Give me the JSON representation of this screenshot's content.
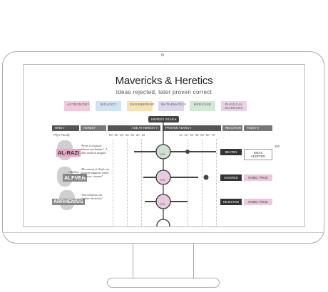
{
  "page": {
    "title": "Mavericks & Heretics",
    "subtitle": "Ideas rejected, later proven correct"
  },
  "legend": [
    {
      "label": "ASTRONOMY",
      "color": "#f3c9dc"
    },
    {
      "label": "BIOLOGY",
      "color": "#cfe4f2"
    },
    {
      "label": "ENGINEERING",
      "color": "#f6e3b4"
    },
    {
      "label": "MATHEMATICS",
      "color": "#dcd7ec"
    },
    {
      "label": "MEDICINE",
      "color": "#d3e9d8"
    },
    {
      "label": "PHYSICAL SCIENCES",
      "color": "#e9d2e6"
    }
  ],
  "controls": {
    "heresy_year": "HERESY YEAR",
    "who": "WHO",
    "heresy": "HERESY",
    "age_at_heresy": "AGE AT HERESY",
    "proven_years": "PROVEN YEARS",
    "reaction": "REACTION",
    "today": "TODAY",
    "who_sub": "Phys   Family"
  },
  "age_scale": [
    "50",
    "60",
    "50",
    "40",
    "30",
    "20",
    "10"
  ],
  "year_scale": [
    "10",
    "20",
    "30",
    "40",
    "50",
    "60",
    "70"
  ],
  "rows": [
    {
      "name": "AL-RAZI",
      "name_color": "#e7a6c6",
      "quote": "“Fever is a natural defense mechanism”. A other medical insights",
      "node_label": "YRS",
      "reaction": "BEATEN",
      "today": "IDEAS ADOPTED",
      "today_note": "350",
      "node_color": "#cfe0d2"
    },
    {
      "name": "ALFVEN",
      "first": "Hannes",
      "name_color": "#888888",
      "quote": "“Movement of fluids can generate magnetic fields & electric currents”",
      "node_label": "YRS",
      "reaction": "IGNORED",
      "today": "NOBEL PRIZE",
      "node_color": "#e9c9df"
    },
    {
      "name": "ARRHENIUS",
      "name_color": "#888888",
      "quote": "“Salt solutions can conduct electricity”",
      "node_label": "YRS",
      "reaction": "REJECTED",
      "today": "NOBEL PRIZE",
      "node_color": "#e9c9df"
    }
  ]
}
